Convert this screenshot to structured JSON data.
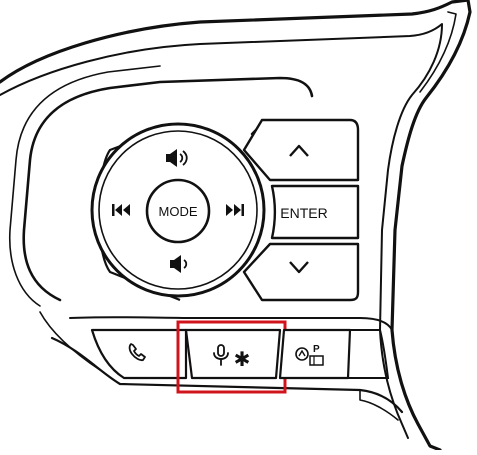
{
  "controls": {
    "mode_label": "MODE",
    "enter_label": "ENTER",
    "voice_star_symbol": "✱",
    "parking_letter": "P"
  },
  "icons": {
    "volume_up": "volume-up-icon",
    "volume_down": "volume-down-icon",
    "previous_track": "previous-track-icon",
    "next_track": "next-track-icon",
    "up": "chevron-up-icon",
    "down": "chevron-down-icon",
    "phone": "phone-icon",
    "voice": "microphone-icon",
    "parking_camera": "parking-camera-icon"
  },
  "colors": {
    "outline": "#111111",
    "highlight": "#d0141c",
    "background": "#ffffff"
  }
}
